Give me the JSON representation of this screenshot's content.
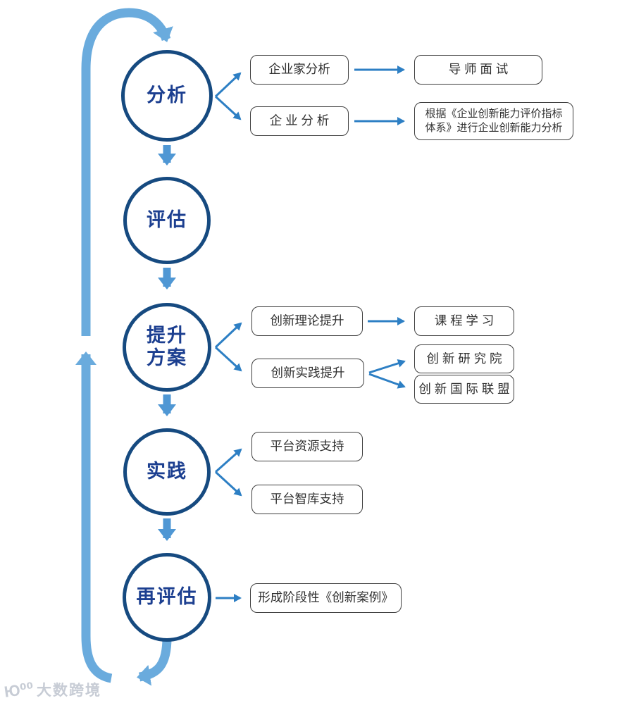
{
  "diagram": {
    "stages": [
      {
        "label": "分析"
      },
      {
        "label": "评估"
      },
      {
        "label": "提升\n方案"
      },
      {
        "label": "实践"
      },
      {
        "label": "再评估"
      }
    ],
    "boxes": {
      "entrepreneur_analysis": "企业家分析",
      "mentor_interview": "导 师 面 试",
      "enterprise_analysis": "企 业 分 析",
      "capability_analysis": "根据《企业创新能力评价指标\n体系》进行企业创新能力分析",
      "innovation_theory": "创新理论提升",
      "course_study": "课 程 学 习",
      "innovation_practice": "创新实践提升",
      "innovation_institute": "创 新 研 究 院",
      "innovation_alliance": "创 新 国 际 联 盟",
      "platform_resource": "平台资源支持",
      "platform_thinktank": "平台智库支持",
      "innovation_case": "形成阶段性《创新案例》"
    },
    "colors": {
      "circle_border": "#164a80",
      "circle_text": "#1c3f90",
      "box_border": "#3f3f3f",
      "box_text": "#303030",
      "branch_arrow": "#2d7fc4",
      "connector_arrow": "#4f97d4",
      "loop_arrow": "#6aabdd",
      "watermark": "#c7ccd5"
    },
    "watermark": {
      "icon": "Ю⁰⁰",
      "brand": "大数跨境"
    }
  }
}
